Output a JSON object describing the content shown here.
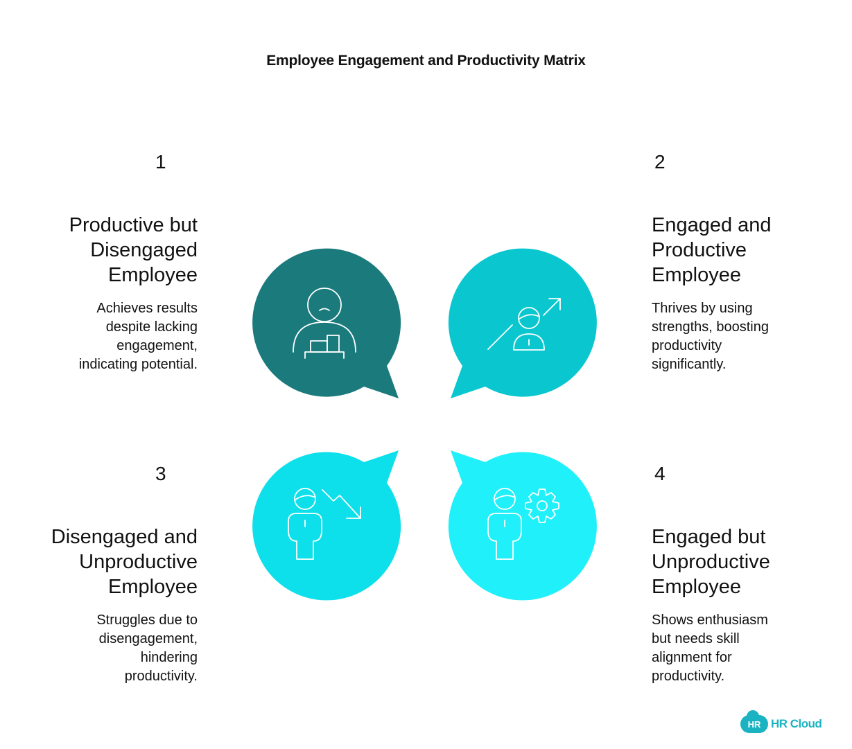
{
  "title": "Employee Engagement and Productivity Matrix",
  "colors": {
    "q1": "#1a7a7c",
    "q2": "#0ac7cf",
    "q3": "#0de0ea",
    "q4": "#1ff0fa",
    "icon_stroke": "#ffffff",
    "text": "#111111",
    "brand": "#1bb3c2"
  },
  "quadrants": [
    {
      "number": "1",
      "heading": "Productive but\nDisengaged\nEmployee",
      "description": "Achieves results\ndespite lacking\nengagement,\nindicating potential.",
      "icon": "disengaged-person-with-bar-chart-icon"
    },
    {
      "number": "2",
      "heading": "Engaged and\nProductive\nEmployee",
      "description": "Thrives by using\nstrengths, boosting\nproductivity\nsignificantly.",
      "icon": "person-with-rising-arrow-icon"
    },
    {
      "number": "3",
      "heading": "Disengaged and\nUnproductive\nEmployee",
      "description": "Struggles due to\ndisengagement,\nhindering\nproductivity.",
      "icon": "person-with-falling-arrow-icon"
    },
    {
      "number": "4",
      "heading": "Engaged but\nUnproductive\nEmployee",
      "description": "Shows enthusiasm\nbut needs skill\nalignment for\nproductivity.",
      "icon": "person-with-gear-icon"
    }
  ],
  "logo": {
    "badge": "HR",
    "text": "HR Cloud"
  }
}
